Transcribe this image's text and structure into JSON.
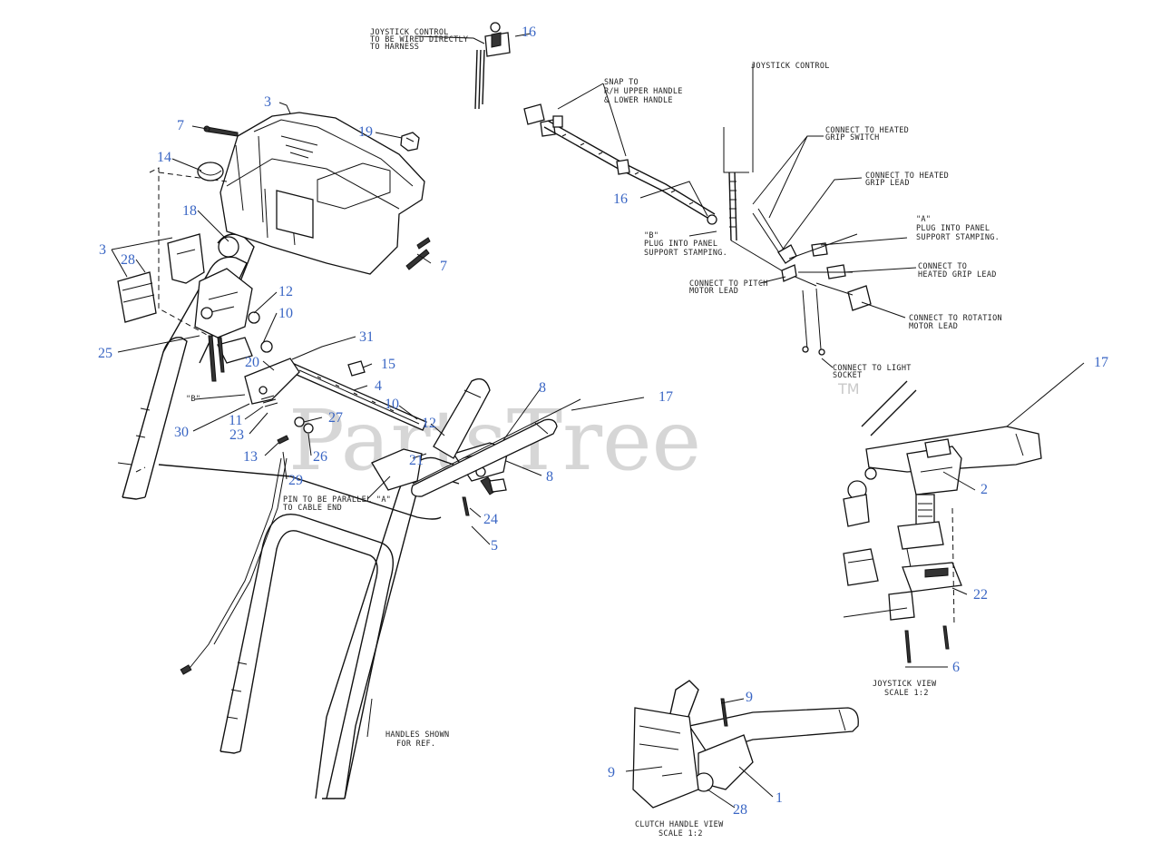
{
  "watermark": {
    "text": "PartsTree",
    "tm": "TM"
  },
  "callouts": {
    "c16a": "16",
    "c3a": "3",
    "c7a": "7",
    "c19": "19",
    "c14": "14",
    "c18": "18",
    "c3b": "3",
    "c28a": "28",
    "c7b": "7",
    "c12a": "12",
    "c10a": "10",
    "c25": "25",
    "c31": "31",
    "c20": "20",
    "c15": "15",
    "c4": "4",
    "c8a": "8",
    "c10b": "10",
    "c17a": "17",
    "c30": "30",
    "c11": "11",
    "c27": "27",
    "c12b": "12",
    "c23": "23",
    "c13": "13",
    "c26": "26",
    "c21": "21",
    "c8b": "8",
    "c29": "29",
    "c24": "24",
    "c5": "5",
    "c16b": "16",
    "c17b": "17",
    "c2": "2",
    "c22": "22",
    "c6": "6",
    "c9a": "9",
    "c9b": "9",
    "c1": "1",
    "c28b": "28"
  },
  "notes": {
    "joystick_wire_1": "JOYSTICK CONTROL",
    "joystick_wire_2": "TO BE WIRED DIRECTLY",
    "joystick_wire_3": "TO HARNESS",
    "snap_1": "SNAP TO",
    "snap_2": "R/H  UPPER HANDLE",
    "snap_3": "& LOWER HANDLE",
    "joystick_control": "JOYSTICK CONTROL",
    "heated_switch_1": "CONNECT TO HEATED",
    "heated_switch_2": "GRIP SWITCH",
    "heated_lead_1": "CONNECT TO HEATED",
    "heated_lead_2": "GRIP LEAD",
    "a_plug_1": "\"A\"",
    "a_plug_2": "PLUG INTO PANEL",
    "a_plug_3": "SUPPORT STAMPING.",
    "b_plug_1": "\"B\"",
    "b_plug_2": "PLUG INTO PANEL",
    "b_plug_3": "SUPPORT STAMPING.",
    "heated_grip_1": "CONNECT TO",
    "heated_grip_2": "HEATED GRIP LEAD",
    "pitch_1": "CONNECT TO PITCH",
    "pitch_2": "MOTOR LEAD",
    "rotation_1": "CONNECT TO ROTATION",
    "rotation_2": "MOTOR LEAD",
    "light_1": "CONNECT TO LIGHT",
    "light_2": "SOCKET",
    "b_label": "\"B\"",
    "parallel_1": "PIN TO BE PARALLEL \"A\"",
    "parallel_2": "TO CABLE END",
    "handles_1": "HANDLES SHOWN",
    "handles_2": "FOR REF.",
    "joystick_view_1": "JOYSTICK VIEW",
    "joystick_view_2": "SCALE 1:2",
    "clutch_view_1": "CLUTCH HANDLE VIEW",
    "clutch_view_2": "SCALE 1:2"
  }
}
